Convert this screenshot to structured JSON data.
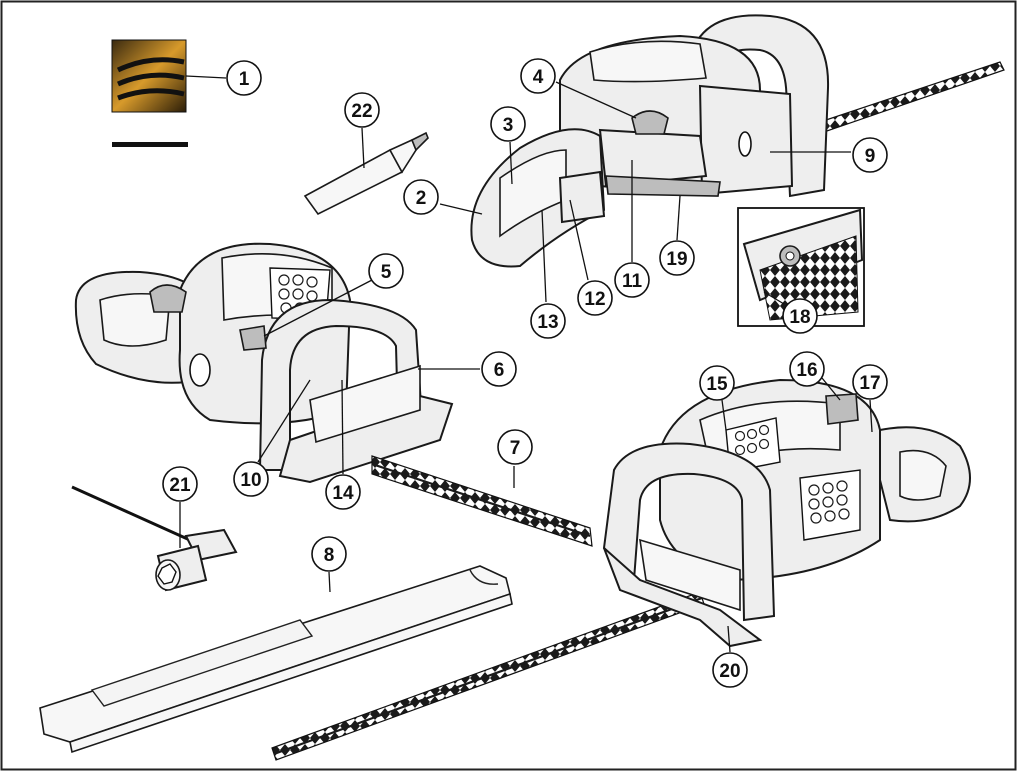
{
  "figure": {
    "part_numbers": [
      "1",
      "2",
      "3",
      "4",
      "5",
      "6",
      "7",
      "8",
      "9",
      "10",
      "11",
      "12",
      "13",
      "14",
      "15",
      "16",
      "17",
      "18",
      "19",
      "20",
      "21",
      "22"
    ]
  }
}
